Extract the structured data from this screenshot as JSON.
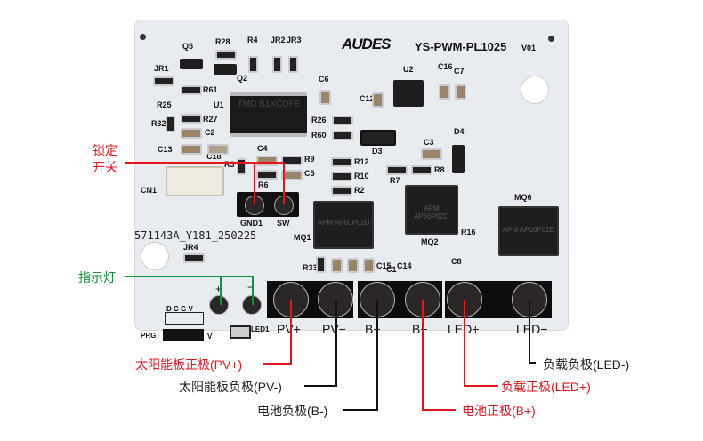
{
  "board": {
    "brand": "AUDES",
    "model": "YS-PWM-PL1025",
    "version": "V01",
    "serial": "571143A_Y181_250225",
    "chip_marking": "TMD B1XCDFE",
    "mosfet_marking": "APM AP60P02D",
    "silkscreen": [
      "Q5",
      "R28",
      "R4",
      "JR2",
      "JR3",
      "JR1",
      "Q2",
      "R61",
      "U1",
      "R25",
      "R27",
      "R32",
      "C2",
      "C13",
      "C18",
      "C4",
      "R9",
      "C5",
      "R6",
      "R3",
      "CN1",
      "GND1",
      "SW",
      "C6",
      "C12",
      "U2",
      "C16",
      "C7",
      "R26",
      "R60",
      "D3",
      "D4",
      "C3",
      "R12",
      "R10",
      "R2",
      "R7",
      "R8",
      "MQ1",
      "MQ2",
      "MQ6",
      "R16",
      "C8",
      "JR4",
      "R33",
      "C15",
      "C1",
      "C14",
      "D C G V",
      "PRG",
      "V",
      "LED1",
      "+",
      "−"
    ],
    "pads": [
      "PV+",
      "PV−",
      "B−",
      "B+",
      "LED+",
      "LED−"
    ]
  },
  "callouts": {
    "lock_switch": "锁定\n开关",
    "indicator": "指示灯",
    "pv_pos": "太阳能板正极(PV+)",
    "pv_neg": "太阳能板负极(PV-)",
    "b_neg": "电池负极(B-)",
    "b_pos": "电池正极(B+)",
    "led_pos": "负载正极(LED+)",
    "led_neg": "负载负极(LED-)"
  },
  "colors": {
    "red": "#e8141c",
    "green": "#12913f",
    "black": "#222222"
  }
}
